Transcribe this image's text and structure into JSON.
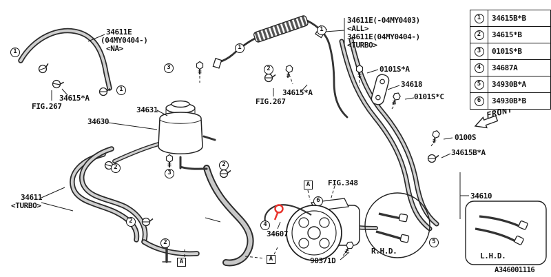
{
  "colors": {
    "highlight": "#e8312a",
    "ink": "#141414"
  },
  "drawing_number": "A346001116",
  "front_marker": {
    "label": "FRONT"
  },
  "legend": {
    "rows": [
      {
        "num": "1",
        "part": "34615B*B"
      },
      {
        "num": "2",
        "part": "34615*B"
      },
      {
        "num": "3",
        "part": "0101S*B"
      },
      {
        "num": "4",
        "part": "34687A"
      },
      {
        "num": "5",
        "part": "34930B*A"
      },
      {
        "num": "6",
        "part": "34930B*B"
      }
    ]
  },
  "labels": [
    {
      "id": "hose-34611e-na",
      "text": "34611E"
    },
    {
      "id": "hose-34611e-na-range",
      "text": "(04MY0404-)"
    },
    {
      "id": "hose-34611e-na-trim",
      "text": "<NA>"
    },
    {
      "id": "fig267-left",
      "text": "FIG.267"
    },
    {
      "id": "clamp-34615a-left",
      "text": "34615*A"
    },
    {
      "id": "cap-34631",
      "text": "34631"
    },
    {
      "id": "tank-34630",
      "text": "34630"
    },
    {
      "id": "hose-34611",
      "text": "34611"
    },
    {
      "id": "hose-34611-trim",
      "text": "<TURBO>"
    },
    {
      "id": "hose-34611e-all",
      "text": "34611E(-04MY0403)"
    },
    {
      "id": "hose-34611e-all-trim",
      "text": "<ALL>"
    },
    {
      "id": "hose-34611e-turbo",
      "text": "34611E(04MY0404-)"
    },
    {
      "id": "hose-34611e-turbo-trim",
      "text": "<TURBO>"
    },
    {
      "id": "fig267-mid",
      "text": "FIG.267"
    },
    {
      "id": "clamp-34615a-mid",
      "text": "34615*A"
    },
    {
      "id": "bolt-0101sa",
      "text": "0101S*A"
    },
    {
      "id": "bracket-34618",
      "text": "34618"
    },
    {
      "id": "bolt-0101sc",
      "text": "0101S*C"
    },
    {
      "id": "bolt-0100s",
      "text": "0100S"
    },
    {
      "id": "clamp-34615ba",
      "text": "34615B*A"
    },
    {
      "id": "pipe-34610",
      "text": "34610"
    },
    {
      "id": "fig348",
      "text": "FIG.348"
    },
    {
      "id": "pipe-34607",
      "text": "34607"
    },
    {
      "id": "bolt-90371d",
      "text": "90371D"
    },
    {
      "id": "rhd",
      "text": "R.H.D."
    },
    {
      "id": "lhd",
      "text": "L.H.D."
    }
  ],
  "callouts": [
    {
      "num": "1"
    },
    {
      "num": "1"
    },
    {
      "num": "1"
    },
    {
      "num": "1"
    },
    {
      "num": "3"
    },
    {
      "num": "2"
    },
    {
      "num": "3"
    },
    {
      "num": "2"
    },
    {
      "num": "2"
    },
    {
      "num": "2"
    },
    {
      "num": "2"
    },
    {
      "num": "4"
    },
    {
      "num": "6"
    },
    {
      "num": "5"
    }
  ],
  "markers": [
    {
      "text": "A"
    },
    {
      "text": "A"
    },
    {
      "text": "A"
    }
  ]
}
